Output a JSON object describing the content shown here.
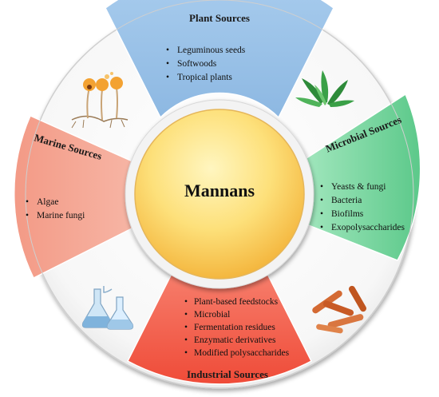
{
  "center": {
    "label": "Mannans"
  },
  "sectors": {
    "plant": {
      "title": "Plant Sources",
      "items": [
        "Leguminous seeds",
        "Softwoods",
        "Tropical plants"
      ],
      "color": "#9dc3e6",
      "icon": "plant-leaves-icon"
    },
    "microbial": {
      "title": "Microbial Sources",
      "items": [
        "Yeasts & fungi",
        "Bacteria",
        "Biofilms",
        "Exopolysaccharides"
      ],
      "color": "#7fd9a5",
      "icon": "bacteria-rods-icon"
    },
    "industrial": {
      "title": "Industrial Sources",
      "items": [
        "Plant-based feedstocks",
        "Microbial",
        "Fermentation residues",
        "Enzymatic derivatives",
        "Modified polysaccharides"
      ],
      "color": "#f4624f",
      "icon": "lab-flasks-icon"
    },
    "marine": {
      "title": "Marine Sources",
      "items": [
        "Algae",
        "Marine fungi"
      ],
      "color": "#f5a28f",
      "icon": "fungi-sporangia-icon"
    }
  },
  "bullet": "•"
}
